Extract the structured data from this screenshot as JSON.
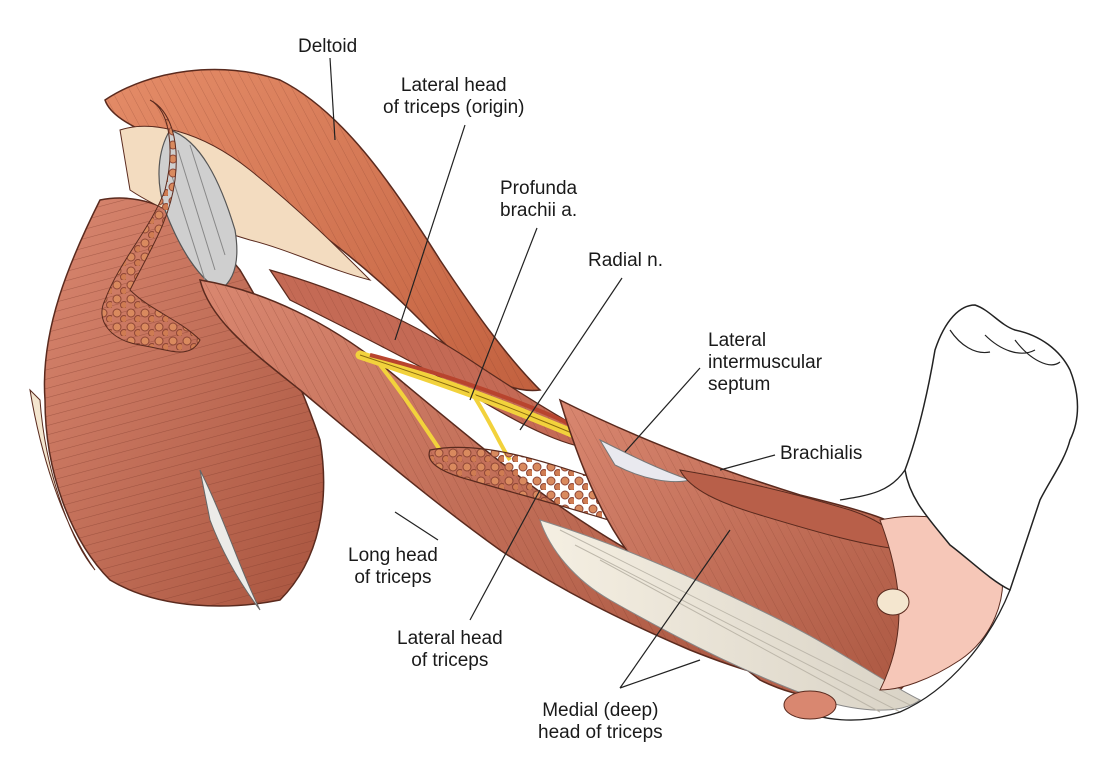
{
  "labels": {
    "deltoid": "Deltoid",
    "lateral_head_origin": [
      "Lateral head",
      "of triceps (origin)"
    ],
    "profunda_brachii": [
      "Profunda",
      "brachii a."
    ],
    "radial_nerve": "Radial n.",
    "lateral_intermuscular_septum": [
      "Lateral",
      "intermuscular",
      "septum"
    ],
    "brachialis": "Brachialis",
    "long_head_triceps": [
      "Long head",
      "of triceps"
    ],
    "lateral_head_triceps": [
      "Lateral head",
      "of triceps"
    ],
    "medial_head_triceps": [
      "Medial (deep)",
      "head of triceps"
    ]
  },
  "colors": {
    "muscle": "#c9735f",
    "muscle_dark": "#8e4635",
    "muscle_light": "#e7a48e",
    "deltoid": "#d97a5a",
    "tendon": "#efe7d6",
    "fat": "#d98a5e",
    "nerve": "#f2d23c",
    "artery": "#b8442e",
    "skin": "#ffffff",
    "line": "#222222"
  }
}
